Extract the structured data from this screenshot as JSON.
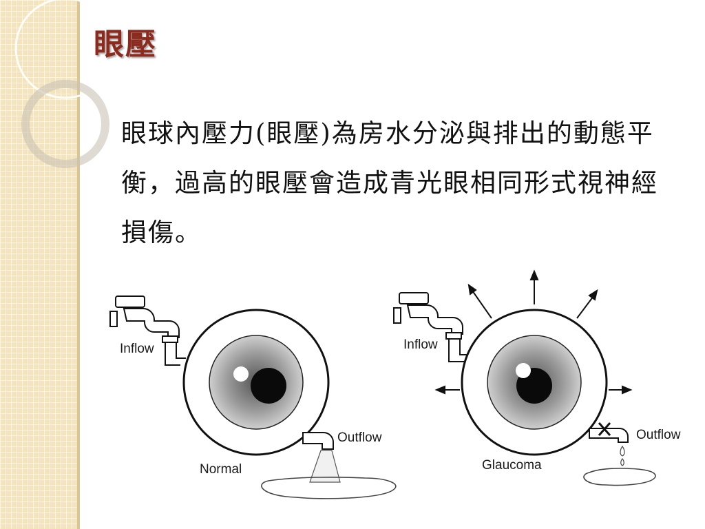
{
  "slide": {
    "title": "眼壓",
    "body": "眼球內壓力(眼壓)為房水分泌與排出的動態平衡，過高的眼壓會造成青光眼相同形式視神經損傷。"
  },
  "diagram": {
    "normal": {
      "inflow": "Inflow",
      "outflow": "Outflow",
      "caption": "Normal"
    },
    "glaucoma": {
      "inflow": "Inflow",
      "outflow": "Outflow",
      "caption": "Glaucoma"
    }
  }
}
